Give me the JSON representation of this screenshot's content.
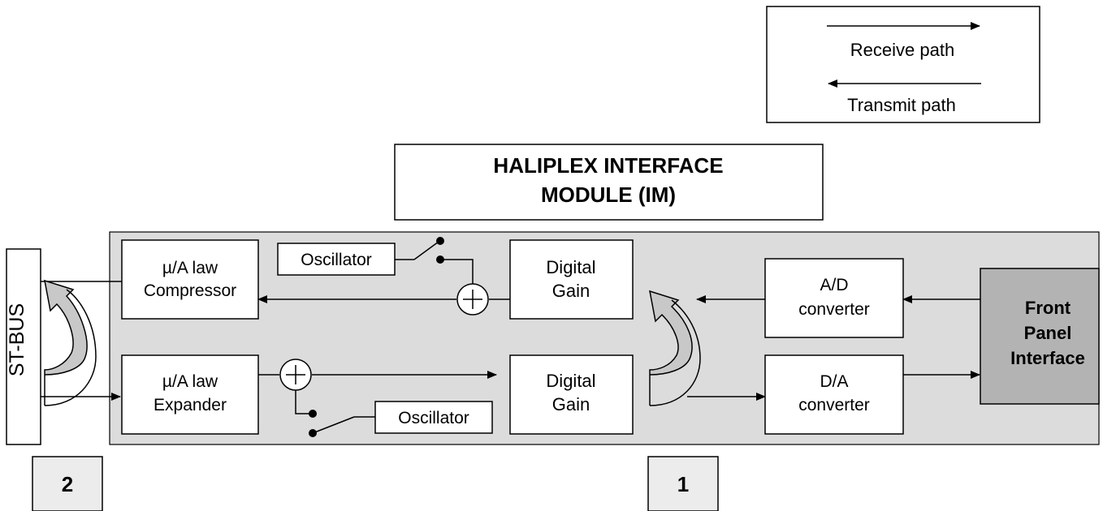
{
  "legend": {
    "receive_label": "Receive path",
    "transmit_label": "Transmit path"
  },
  "title": {
    "line1": "HALIPLEX INTERFACE",
    "line2": "MODULE (IM)"
  },
  "blocks": {
    "st_bus": "ST-BUS",
    "compressor": {
      "line1": "µ/A law",
      "line2": "Compressor"
    },
    "expander": {
      "line1": "µ/A law",
      "line2": "Expander"
    },
    "oscillator_top": "Oscillator",
    "oscillator_bottom": "Oscillator",
    "gain_top": {
      "line1": "Digital",
      "line2": "Gain"
    },
    "gain_bottom": {
      "line1": "Digital",
      "line2": "Gain"
    },
    "ad_converter": {
      "line1": "A/D",
      "line2": "converter"
    },
    "da_converter": {
      "line1": "D/A",
      "line2": "converter"
    },
    "front_panel": {
      "line1": "Front",
      "line2": "Panel",
      "line3": "Interface"
    }
  },
  "markers": {
    "marker_2": "2",
    "marker_1": "1"
  },
  "colors": {
    "module_fill": "#dcdcdc",
    "front_panel_fill": "#b3b3b3",
    "marker_fill": "#ececec",
    "loop_arrow_fill": "#c8c8c8"
  }
}
